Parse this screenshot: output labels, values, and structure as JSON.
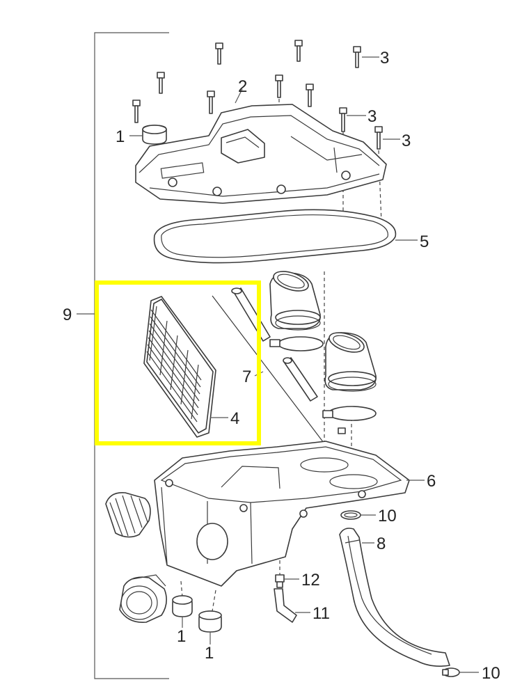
{
  "highlight_color": "#ffff00",
  "line_color": "#3a3a3a",
  "callouts": {
    "cover_bolt_1": "3",
    "cover_bolt_2": "3",
    "cover_bolt_3": "3",
    "cover": "2",
    "grommet_top": "1",
    "gasket": "5",
    "assembly": "9",
    "filter_element": "4",
    "duct_bolt": "7",
    "lower_case": "6",
    "clamp_upper": "10",
    "hose": "8",
    "drain_fitting": "12",
    "drain_tube": "11",
    "grommet_left": "1",
    "grommet_right": "1",
    "clamp_lower": "10"
  }
}
